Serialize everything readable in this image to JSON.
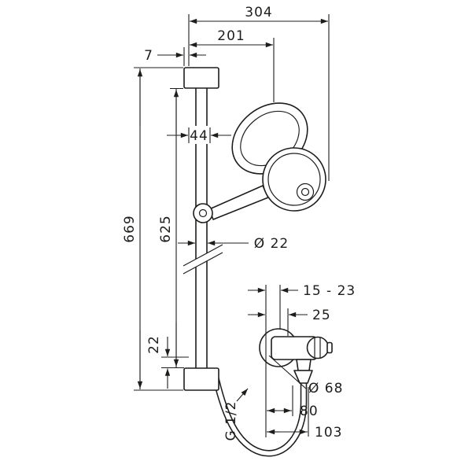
{
  "page": {
    "background": "#ffffff",
    "ink": "#1d1d1b"
  },
  "drawing": {
    "type": "technical dimensional drawing",
    "subject": "shower set: wall bar with hand shower, hose and exposed thermostat valve",
    "units": "mm",
    "labels": {
      "total_reach": "304",
      "head_center_reach": "201",
      "bracket_offset": "7",
      "head_clearance": "44",
      "overall_height": "669",
      "bar_length": "625",
      "bar_diameter": "Ø 22",
      "depth_range": "15 - 23",
      "valve_offset": "25",
      "outlet_offset": "22",
      "escutcheon_diameter": "Ø 68",
      "hose_reach": "80",
      "handle_reach": "103",
      "thread": "G 1/2"
    }
  }
}
